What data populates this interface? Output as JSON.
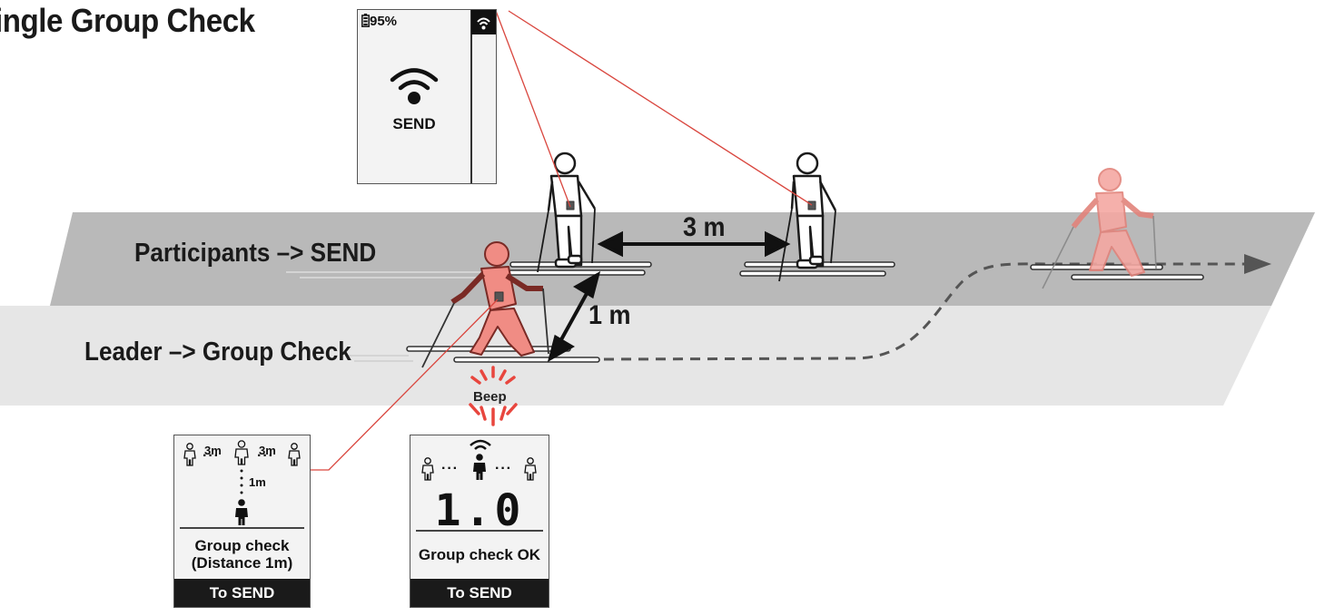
{
  "title": "ingle Group Check",
  "lanes": {
    "participants": "Participants –> SEND",
    "leader": "Leader –> Group Check"
  },
  "distances": {
    "horizontal": "3 m",
    "vertical": "1 m"
  },
  "beep": "Beep",
  "device_top": {
    "battery": "95%",
    "status": "SEND",
    "icon": "wifi-icon"
  },
  "device_left": {
    "dist_left": "3m",
    "dist_right": "3m",
    "dist_down": "1m",
    "status_line1": "Group check",
    "status_line2": "(Distance 1m)",
    "footer": "To SEND"
  },
  "device_right": {
    "reading": "1.0",
    "status": "Group check OK",
    "footer": "To SEND"
  },
  "colors": {
    "leader": "#e8736b",
    "leader_fill": "#f08c84",
    "upper_lane": "#b9b9b9",
    "lower_lane": "#e6e6e6",
    "callout_line": "#d9463e",
    "beep_rays": "#e8463e"
  }
}
